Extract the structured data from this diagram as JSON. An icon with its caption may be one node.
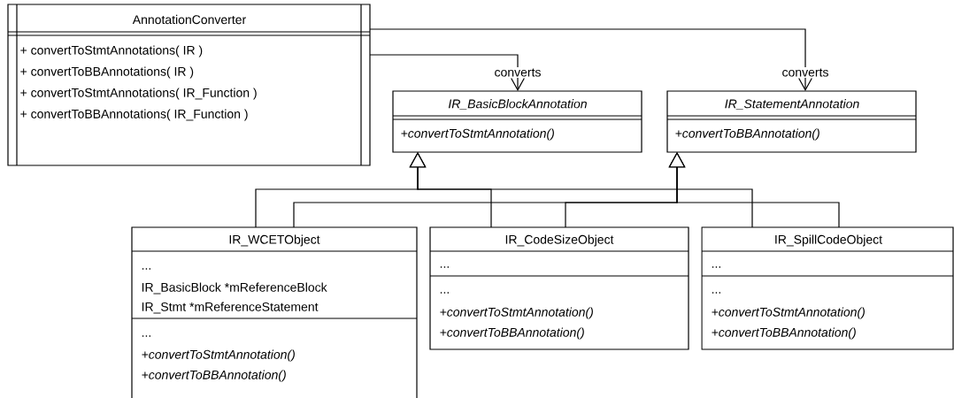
{
  "diagram": {
    "nodes": [
      {
        "text": [
          "AnnotationConverter",
          "+ convertToStmtAnnotations( IR )",
          "+ convertToBBAnnotations( IR )",
          "+ convertToStmtAnnotations( IR_Function )",
          "+ convertToBBAnnotations( IR_Function )"
        ]
      },
      {
        "text": [
          "IR_BasicBlockAnnotation",
          "+convertToStmtAnnotation()"
        ]
      },
      {
        "text": [
          "IR_StatementAnnotation",
          "+convertToBBAnnotation()"
        ]
      },
      {
        "text": [
          "IR_WCETObject",
          "...",
          "IR_BasicBlock *mReferenceBlock",
          "IR_Stmt *mReferenceStatement",
          "...",
          "+convertToStmtAnnotation()",
          "+convertToBBAnnotation()"
        ]
      },
      {
        "text": [
          "IR_CodeSizeObject",
          "...",
          "...",
          "+convertToStmtAnnotation()",
          "+convertToBBAnnotation()"
        ]
      },
      {
        "text": [
          "IR_SpillCodeObject",
          "...",
          "...",
          "+convertToStmtAnnotation()",
          "+convertToBBAnnotation()"
        ]
      }
    ],
    "edges": [
      {
        "from": 0,
        "to": 1,
        "arrow": "to",
        "label": "converts"
      },
      {
        "from": 0,
        "to": 2,
        "arrow": "to",
        "label": "converts"
      },
      {
        "from": 3,
        "to": 1,
        "arrow": "to"
      },
      {
        "from": 4,
        "to": 1,
        "arrow": "to"
      },
      {
        "from": 5,
        "to": 1,
        "arrow": "to"
      },
      {
        "from": 3,
        "to": 2,
        "arrow": "to"
      },
      {
        "from": 4,
        "to": 2,
        "arrow": "to"
      },
      {
        "from": 5,
        "to": 2,
        "arrow": "to"
      }
    ]
  }
}
